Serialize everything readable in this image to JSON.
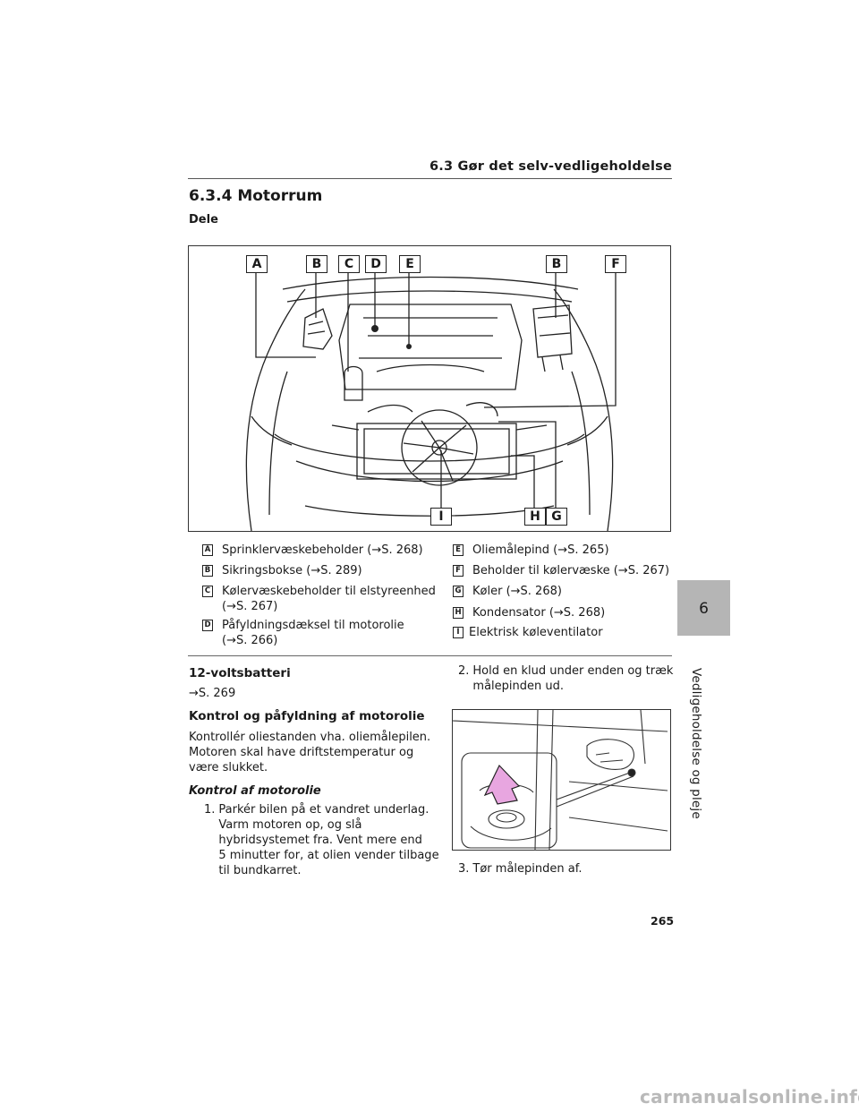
{
  "header": {
    "section": "6.3  Gør det selv-vedligeholdelse"
  },
  "title": "6.3.4  Motorrum",
  "subtitle": "Dele",
  "engine_figure": {
    "labels_top": [
      "A",
      "B",
      "C",
      "D",
      "E",
      "B",
      "F"
    ],
    "labels_bottom": [
      "I",
      "H",
      "G"
    ]
  },
  "legend": {
    "left": [
      {
        "key": "A",
        "text": "Sprinklervæskebeholder (→S. 268)"
      },
      {
        "key": "B",
        "text": "Sikringsbokse (→S. 289)"
      },
      {
        "key": "C",
        "line1": "Kølervæskebeholder til elstyreenhed",
        "line2": "(→S. 267)"
      },
      {
        "key": "D",
        "line1": "Påfyldningsdæksel til motorolie",
        "line2": "(→S. 266)"
      }
    ],
    "right": [
      {
        "key": "E",
        "text": "Oliemålepind (→S. 265)"
      },
      {
        "key": "F",
        "text": "Beholder til kølervæske (→S. 267)"
      },
      {
        "key": "G",
        "text": "Køler (→S. 268)"
      },
      {
        "key": "H",
        "text": "Kondensator (→S. 268)"
      },
      {
        "key": "I",
        "text": "Elektrisk køleventilator"
      }
    ]
  },
  "left_column": {
    "battery_heading": "12-voltsbatteri",
    "battery_ref": "→S. 269",
    "oil_heading": "Kontrol og påfyldning af motorolie",
    "oil_para": [
      "Kontrollér oliestanden vha. oliemålepilen.",
      "Motoren skal have driftstemperatur og",
      "være slukket."
    ],
    "check_heading": "Kontrol af motorolie",
    "step1_num": "1.",
    "step1_lines": [
      "Parkér bilen på et vandret underlag.",
      "Varm motoren op, og slå",
      "hybridsystemet fra. Vent mere end",
      "5 minutter for, at olien vender tilbage",
      "til bundkarret."
    ]
  },
  "right_column": {
    "step2_num": "2.",
    "step2_lines": [
      "Hold en klud under enden og træk",
      "målepinden ud."
    ],
    "step3_num": "3.",
    "step3_text": "Tør målepinden af."
  },
  "side_tab": {
    "number": "6",
    "label": "Vedligeholdelse og pleje"
  },
  "page_number": "265",
  "watermark": "carmanualsonline.info"
}
